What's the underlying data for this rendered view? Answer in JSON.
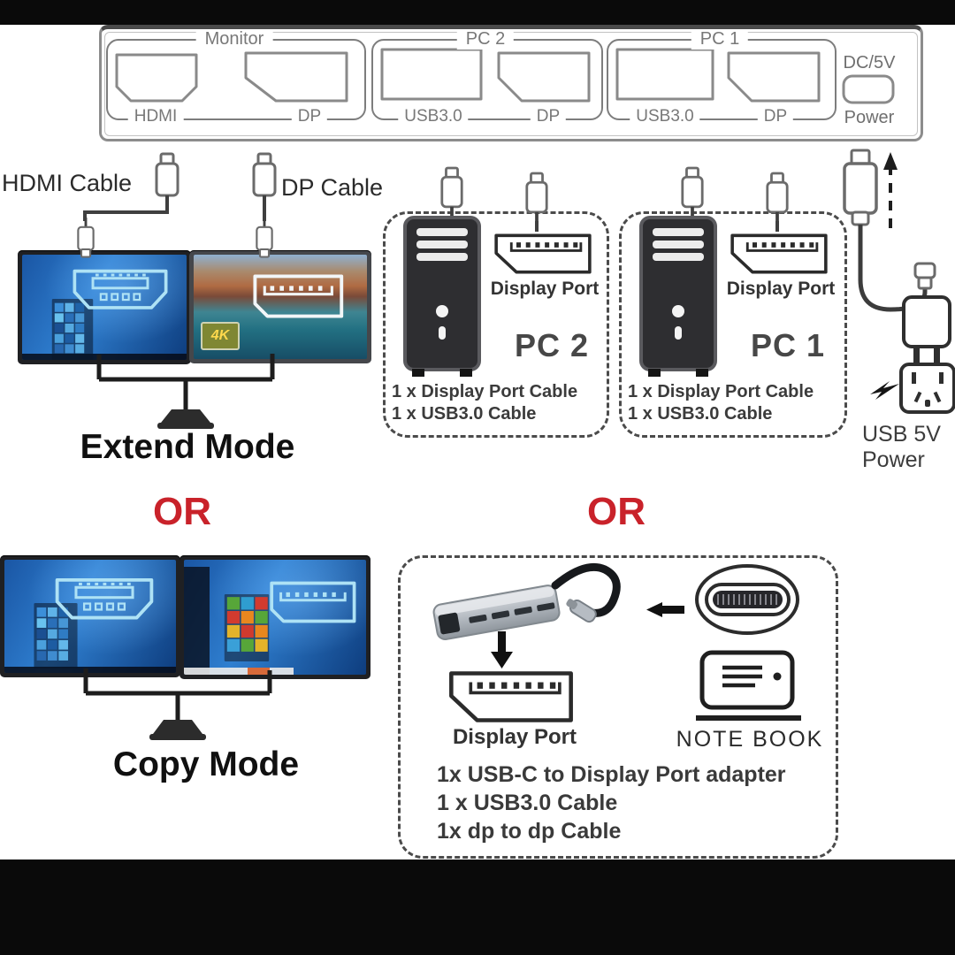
{
  "panel": {
    "groups": [
      {
        "label": "Monitor",
        "port_labels": [
          "HDMI",
          "DP"
        ]
      },
      {
        "label": "PC 2",
        "port_labels": [
          "USB3.0",
          "DP"
        ]
      },
      {
        "label": "PC 1",
        "port_labels": [
          "USB3.0",
          "DP"
        ]
      }
    ],
    "dc_label": "DC/5V",
    "power_label": "Power"
  },
  "cable_labels": {
    "hdmi": "HDMI Cable",
    "dp": "DP Cable"
  },
  "extend": {
    "title": "Extend Mode",
    "badge": "4K"
  },
  "copy": {
    "title": "Copy Mode"
  },
  "or_labels": {
    "left": "OR",
    "right": "OR"
  },
  "pc2": {
    "title": "PC 2",
    "port_label": "Display Port",
    "cable_lines": [
      "1 x Display Port Cable",
      "1 x USB3.0 Cable"
    ]
  },
  "pc1": {
    "title": "PC 1",
    "port_label": "Display Port",
    "cable_lines": [
      "1 x Display Port Cable",
      "1 x USB3.0 Cable"
    ]
  },
  "usb_power": {
    "line1": "USB 5V",
    "line2": "Power"
  },
  "adapter_box": {
    "dp_label": "Display Port",
    "notebook_label": "NOTE BOOK",
    "cable_lines": [
      "1x USB-C to Display Port adapter",
      "1 x USB3.0 Cable",
      "1x dp to dp Cable"
    ]
  },
  "colors": {
    "or_red": "#c9222a",
    "accent_cyan": "#aee2f5"
  }
}
